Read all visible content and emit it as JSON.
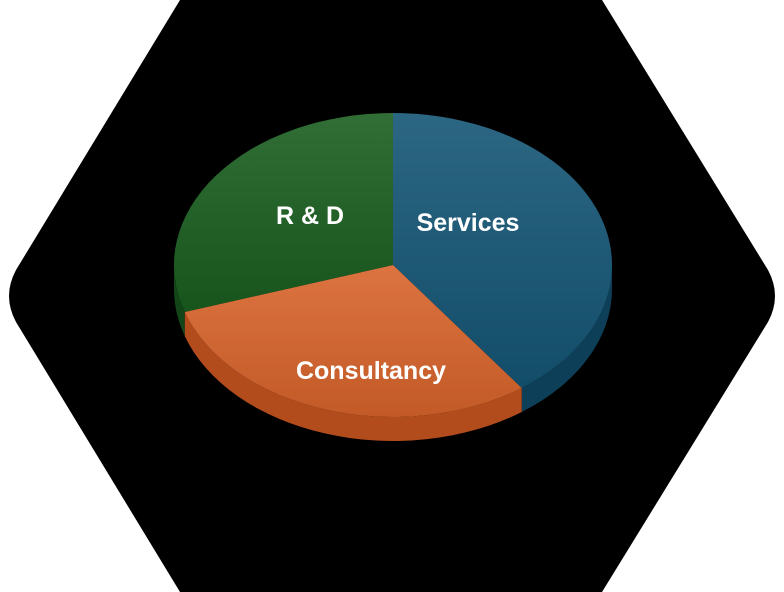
{
  "colors": {
    "background_shape": "#000000",
    "page_background": "#ffffff"
  },
  "chart_data": {
    "type": "pie",
    "style": "3d",
    "categories": [
      "Services",
      "Consultancy",
      "R & D"
    ],
    "values": [
      40,
      30,
      30
    ],
    "colors": [
      "#145575",
      "#d8642b",
      "#1a5e20"
    ],
    "side_colors": [
      "#0e3f58",
      "#b24c1c",
      "#124518"
    ],
    "labels": [
      "Services",
      "Consultancy",
      "R & D"
    ],
    "legend": "none"
  }
}
